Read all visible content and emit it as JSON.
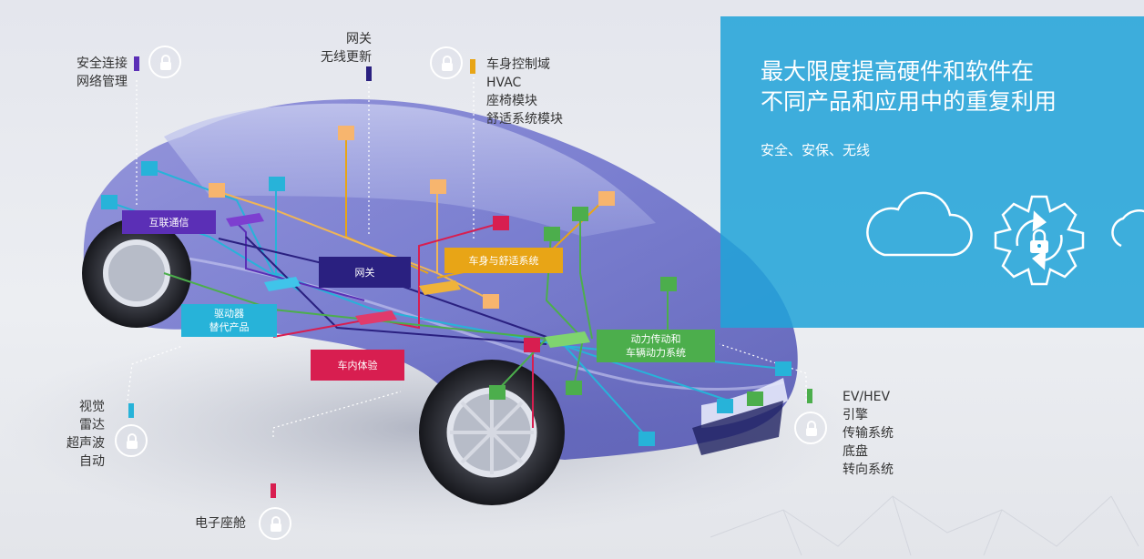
{
  "panel": {
    "title_line1": "最大限度提高硬件和软件在",
    "title_line2": "不同产品和应用中的重复利用",
    "subtitle": "安全、安保、无线"
  },
  "domains": {
    "connectivity": "互联通信",
    "gateway": "网关",
    "body_comfort": "车身与舒适系统",
    "driver_line1": "驱动器",
    "driver_line2": "替代产品",
    "incabin": "车内体验",
    "powertrain_line1": "动力传动和",
    "powertrain_line2": "车辆动力系统"
  },
  "callouts": {
    "secure_conn": [
      "安全连接",
      "网络管理"
    ],
    "gateway_ota": [
      "网关",
      "无线更新"
    ],
    "body_ctrl": [
      "车身控制域",
      "HVAC",
      "座椅模块",
      "舒适系统模块"
    ],
    "adas": [
      "视觉",
      "雷达",
      "超声波",
      "自动"
    ],
    "cockpit": [
      "电子座舱"
    ],
    "ev": [
      "EV/HEV",
      "引擎",
      "传输系统",
      "底盘",
      "转向系统"
    ]
  },
  "colors": {
    "purple": "#5b2fb6",
    "navy": "#2a2080",
    "orange": "#e8a516",
    "peach": "#f7b56e",
    "cyan": "#27b3d9",
    "crimson": "#d81e50",
    "green": "#4cae4c",
    "panel_blue": "#21a3d8"
  },
  "icons": [
    "lock-icon",
    "cloud-icon",
    "gear-icon",
    "car-illustration"
  ]
}
